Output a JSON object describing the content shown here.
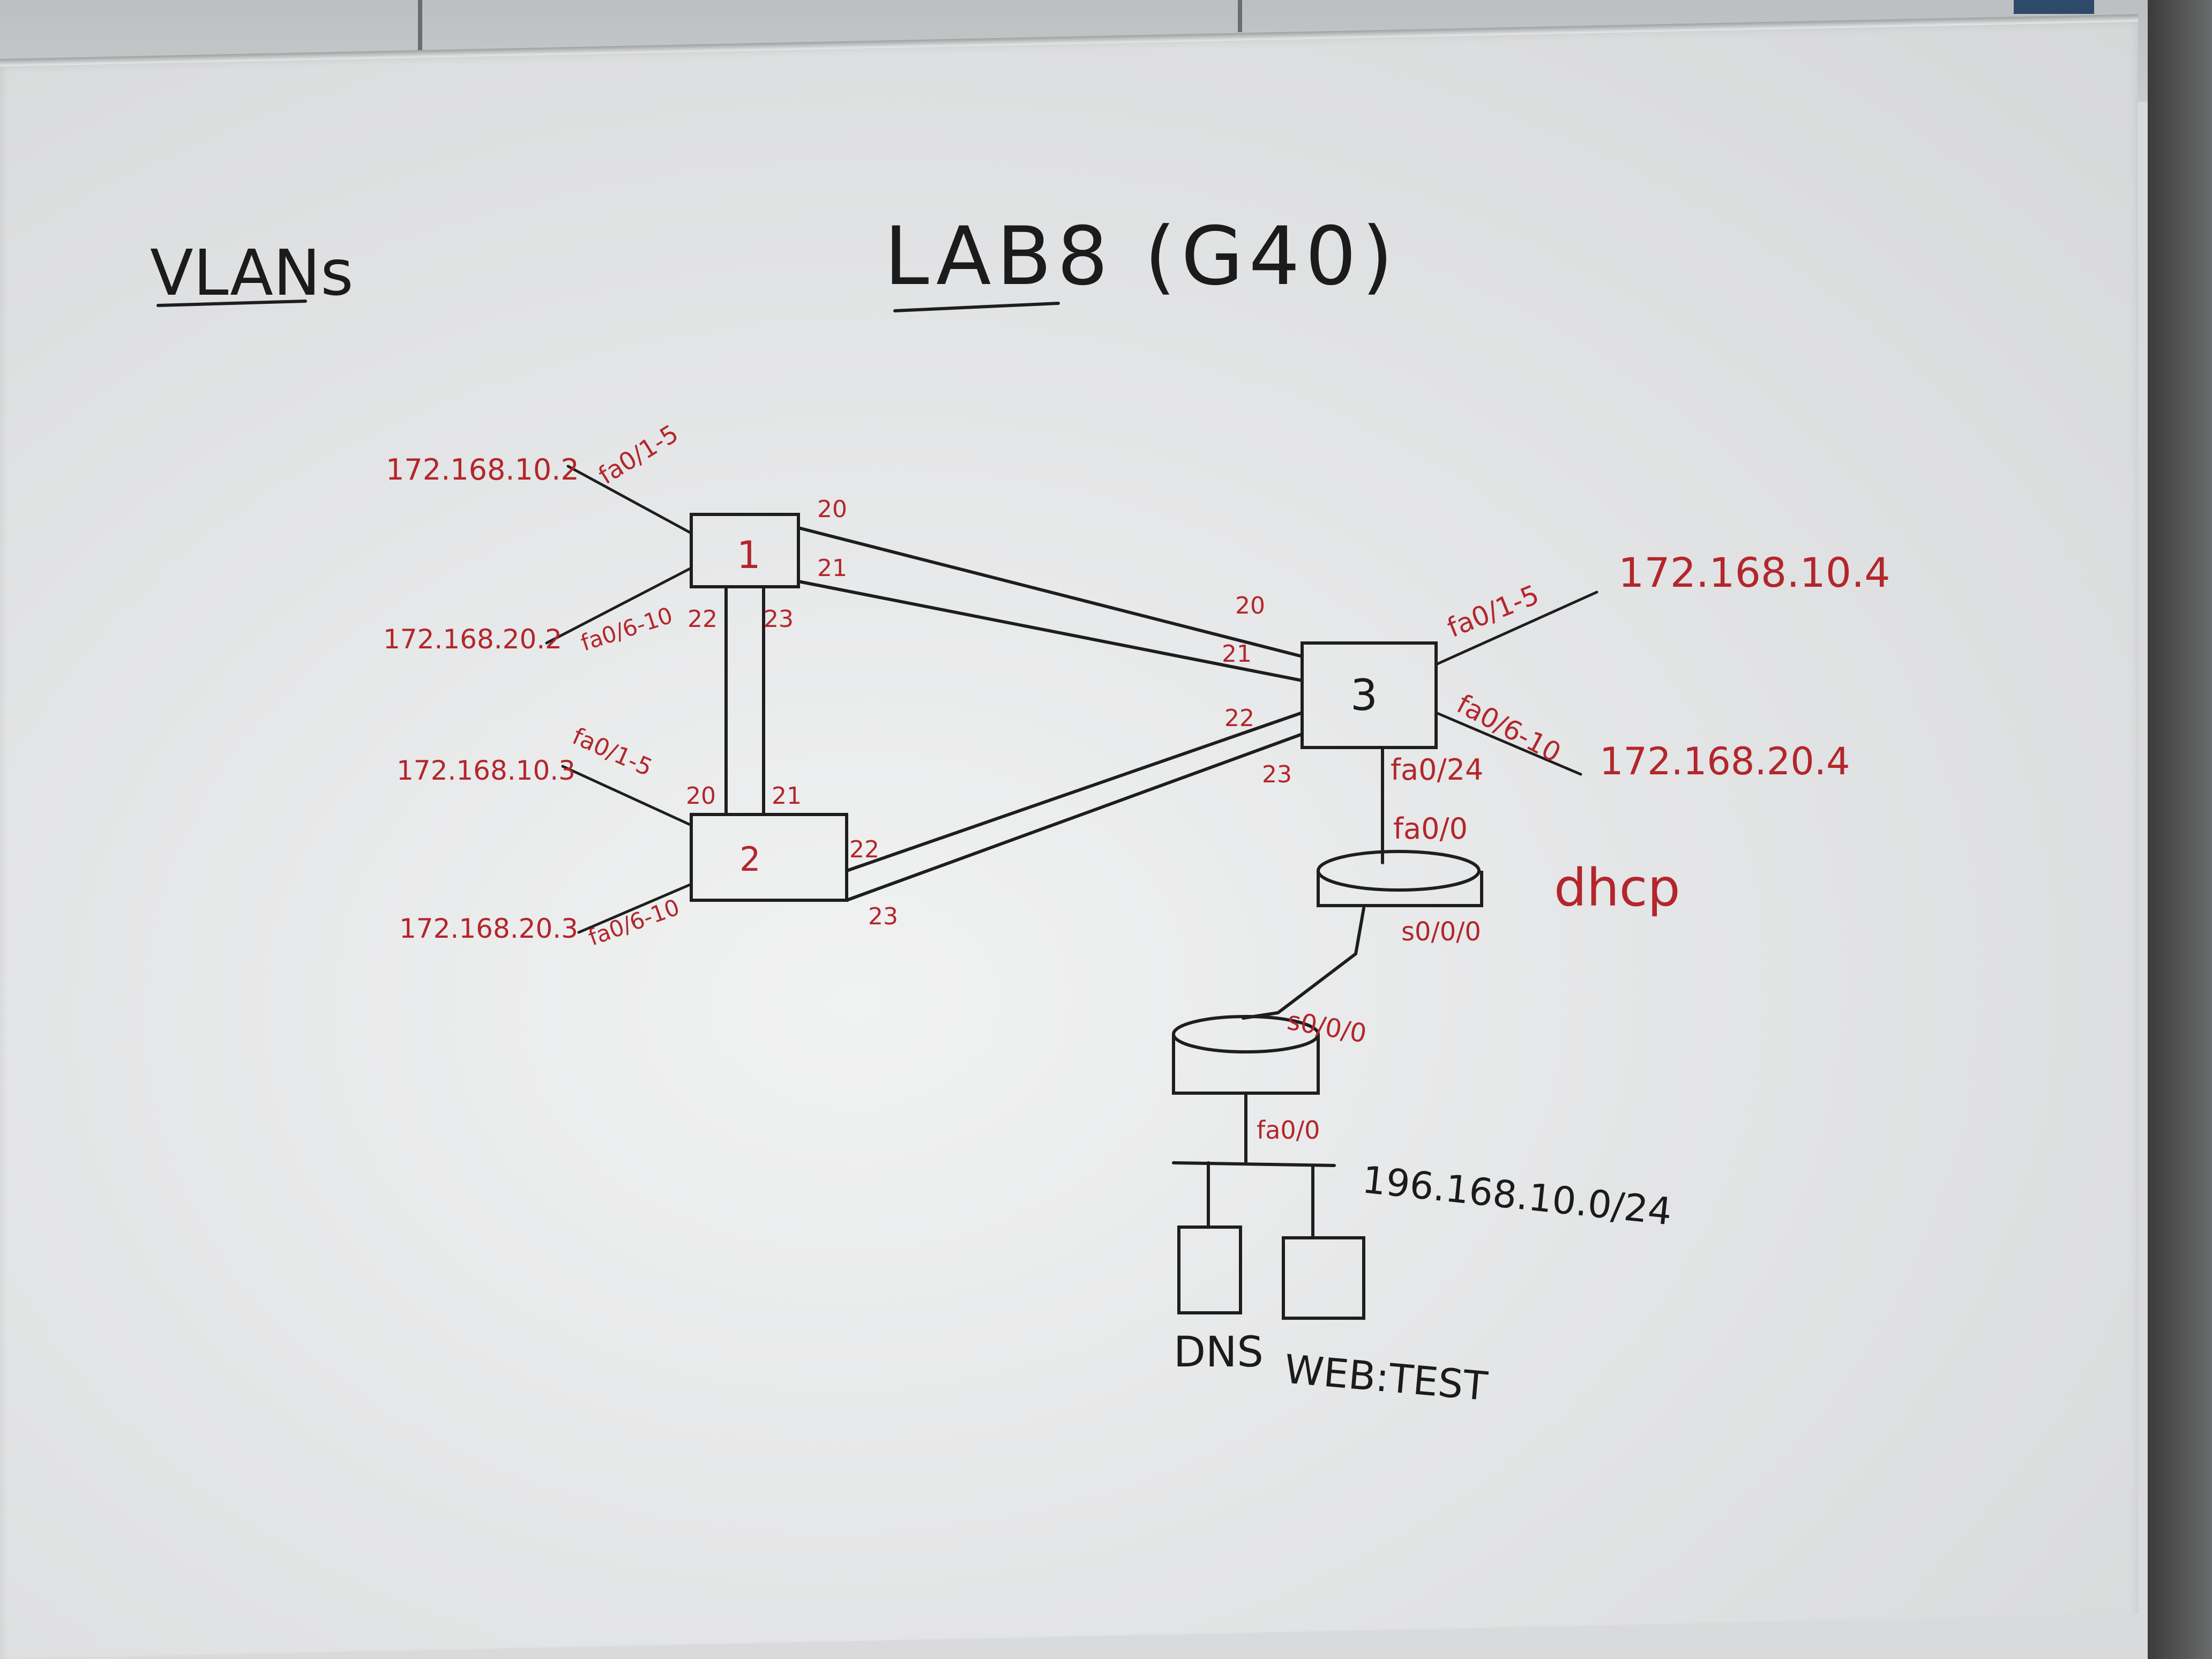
{
  "colors": {
    "black_marker": "#1b1b1b",
    "red_marker": "#b3262b",
    "board": "#e6e7e8"
  },
  "headings": {
    "left": "VLANs",
    "title": "LAB8 (G40)"
  },
  "switches": {
    "s1": "1",
    "s2": "2",
    "s3": "3"
  },
  "links": {
    "s1_s3_a": "20",
    "s1_s3_b": "21",
    "s3_s1_a": "20",
    "s3_s1_b": "21",
    "s3_s2_a": "22",
    "s3_s2_b": "23",
    "s1_s2_a": "22",
    "s1_s2_b": "23",
    "s2_s1_a": "20",
    "s2_s1_b": "21",
    "s2_s3_a": "22",
    "s2_s3_b": "23"
  },
  "hosts": {
    "s1_top_ip": "172.168.10.2",
    "s1_top_port": "fa0/1-5",
    "s1_bottom_ip": "172.168.20.2",
    "s1_bottom_port": "fa0/6-10",
    "s2_top_ip": "172.168.10.3",
    "s2_top_port": "fa0/1-5",
    "s2_bottom_ip": "172.168.20.3",
    "s2_bottom_port": "fa0/6-10",
    "s3_top_ip": "172.168.10.4",
    "s3_top_port": "fa0/1-5",
    "s3_bottom_ip": "172.168.20.4",
    "s3_bottom_port": "fa0/6-10"
  },
  "routers": {
    "uplink_port": "fa0/24",
    "r1_fa": "fa0/0",
    "r1_serial": "s0/0/0",
    "dhcp": "dhcp",
    "r2_serial": "s0/0/0",
    "r2_fa": "fa0/0"
  },
  "lan": {
    "network": "196.168.10.0/24",
    "server_dns": "DNS",
    "server_web": "WEB:TEST"
  }
}
